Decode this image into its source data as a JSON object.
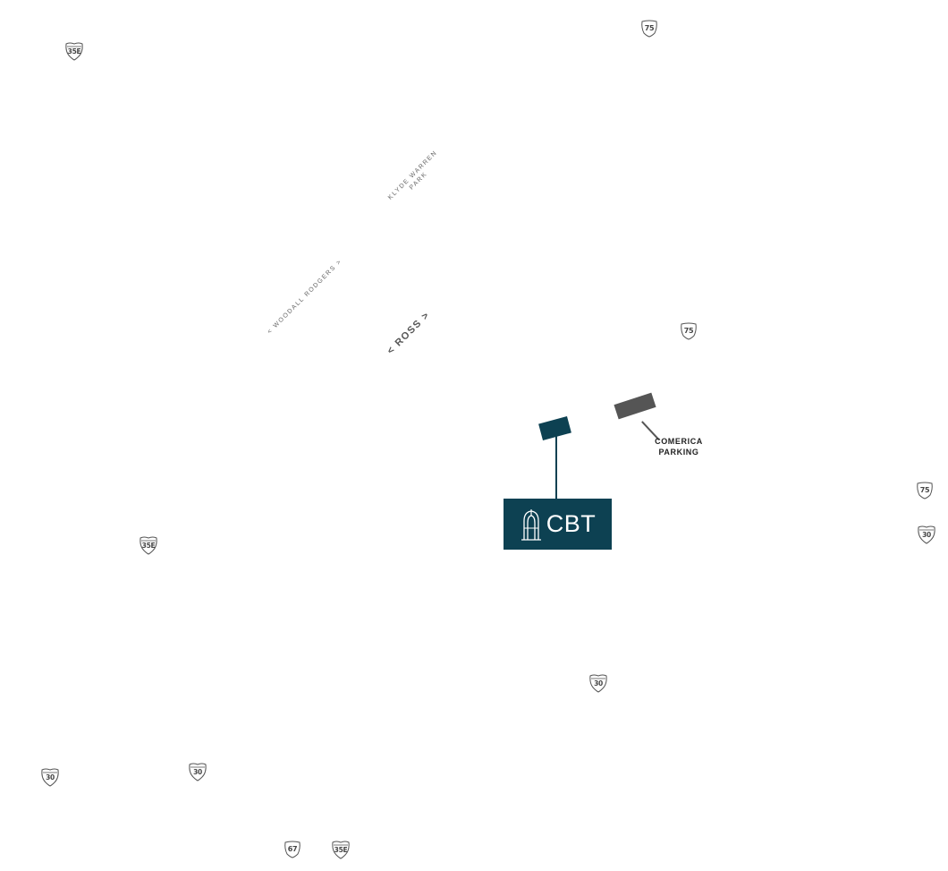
{
  "map": {
    "shields": [
      {
        "id": "us75-a",
        "label": "75",
        "kind": "us"
      },
      {
        "id": "us75-b",
        "label": "75",
        "kind": "us"
      },
      {
        "id": "us75-c",
        "label": "75",
        "kind": "us"
      },
      {
        "id": "i35e-a",
        "label": "35E",
        "kind": "interstate"
      },
      {
        "id": "i35e-b",
        "label": "35E",
        "kind": "interstate"
      },
      {
        "id": "i35e-c",
        "label": "35E",
        "kind": "interstate"
      },
      {
        "id": "i30-a",
        "label": "30",
        "kind": "interstate"
      },
      {
        "id": "i30-b",
        "label": "30",
        "kind": "interstate"
      },
      {
        "id": "i30-c",
        "label": "30",
        "kind": "interstate"
      },
      {
        "id": "i30-d",
        "label": "30",
        "kind": "interstate"
      },
      {
        "id": "us67",
        "label": "67",
        "kind": "us"
      }
    ],
    "streets": {
      "klyde_warren_line1": "KLYDE WARREN",
      "klyde_warren_line2": "PARK",
      "woodall_rodgers": "< WOODALL RODGERS >",
      "ross": "< ROSS >"
    },
    "pois": {
      "cbt": {
        "wordmark": "CBT",
        "color": "#0d4152"
      },
      "comerica": {
        "line1": "COMERICA",
        "line2": "PARKING",
        "color": "#555555"
      }
    }
  }
}
